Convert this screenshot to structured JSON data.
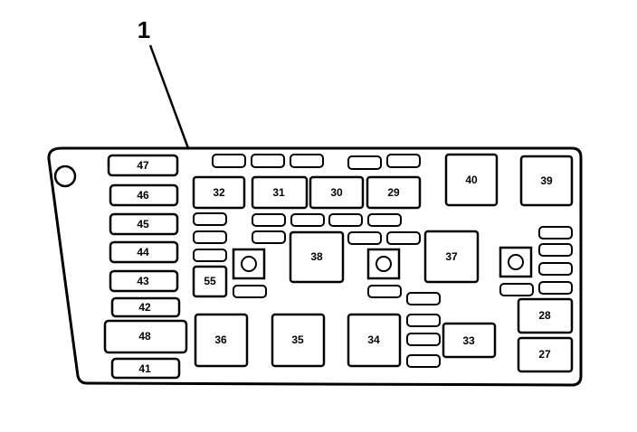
{
  "callout": {
    "number": "1"
  },
  "relays": [
    {
      "id": "40",
      "label": "40"
    },
    {
      "id": "39",
      "label": "39"
    },
    {
      "id": "38",
      "label": "38"
    },
    {
      "id": "37",
      "label": "37"
    },
    {
      "id": "36",
      "label": "36"
    },
    {
      "id": "35",
      "label": "35"
    },
    {
      "id": "34",
      "label": "34"
    },
    {
      "id": "33",
      "label": "33"
    },
    {
      "id": "28",
      "label": "28"
    },
    {
      "id": "27",
      "label": "27"
    }
  ],
  "fuses": [
    {
      "id": "32",
      "label": "32"
    },
    {
      "id": "31",
      "label": "31"
    },
    {
      "id": "30",
      "label": "30"
    },
    {
      "id": "29",
      "label": "29"
    },
    {
      "id": "55",
      "label": "55"
    }
  ],
  "left_column": [
    {
      "id": "47",
      "label": "47"
    },
    {
      "id": "46",
      "label": "46"
    },
    {
      "id": "45",
      "label": "45"
    },
    {
      "id": "44",
      "label": "44"
    },
    {
      "id": "43",
      "label": "43"
    },
    {
      "id": "42",
      "label": "42"
    },
    {
      "id": "48",
      "label": "48"
    },
    {
      "id": "41",
      "label": "41"
    }
  ]
}
